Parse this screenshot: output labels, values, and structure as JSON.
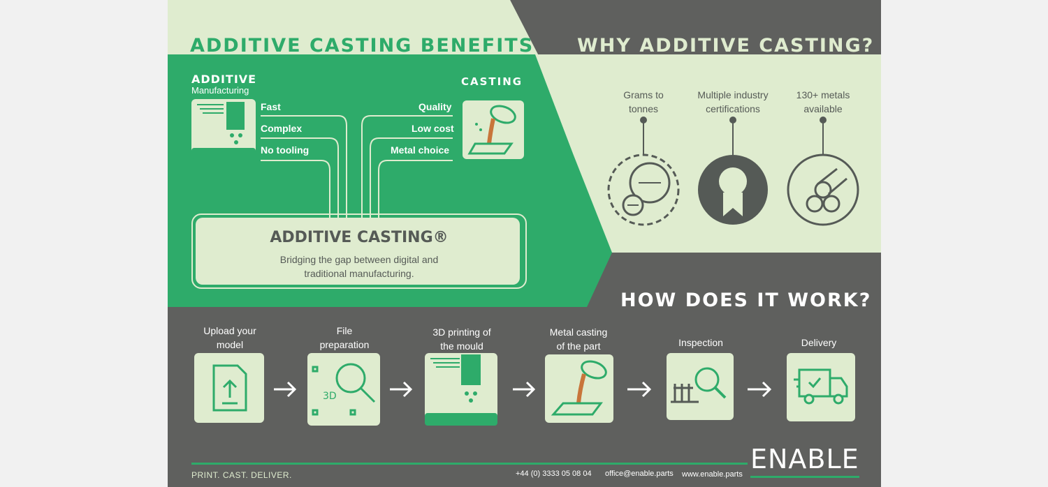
{
  "benefits": {
    "title": "ADDITIVE CASTING BENEFITS",
    "additive_title": "ADDITIVE",
    "additive_subtitle": "Manufacturing",
    "casting_title": "CASTING",
    "additive_items": [
      "Fast",
      "Complex",
      "No tooling"
    ],
    "casting_items": [
      "Quality",
      "Low cost",
      "Metal choice"
    ],
    "box_title": "ADDITIVE CASTING®",
    "box_line1": "Bridging the gap between digital and",
    "box_line2": "traditional manufacturing."
  },
  "why": {
    "title": "WHY ADDITIVE CASTING?",
    "items": [
      {
        "line1": "Grams to",
        "line2": "tonnes",
        "icon": "scale-icon"
      },
      {
        "line1": "Multiple industry",
        "line2": "certifications",
        "icon": "certificate-icon"
      },
      {
        "line1": "130+ metals",
        "line2": "available",
        "icon": "metal-bars-icon"
      }
    ]
  },
  "how": {
    "title": "HOW DOES IT WORK?",
    "steps": [
      {
        "line1": "Upload your",
        "line2": "model",
        "icon": "upload-icon"
      },
      {
        "line1": "File",
        "line2": "preparation",
        "icon": "file-preparation-icon"
      },
      {
        "line1": "3D printing of",
        "line2": "the mould",
        "icon": "printer-icon"
      },
      {
        "line1": "Metal casting",
        "line2": "of the part",
        "icon": "casting-icon"
      },
      {
        "line1": "Inspection",
        "line2": "",
        "icon": "inspection-icon"
      },
      {
        "line1": "Delivery",
        "line2": "",
        "icon": "truck-icon"
      }
    ]
  },
  "footer": {
    "tagline": "PRINT. CAST. DELIVER.",
    "phone": "+44 (0) 3333 05 08 04",
    "email": "office@enable.parts",
    "website": "www.enable.parts",
    "logo": "ENABLE"
  },
  "colors": {
    "green": "#2eab6a",
    "light_green": "#dfeccf",
    "dark_grey": "#5f605e",
    "text_grey": "#555a56"
  }
}
